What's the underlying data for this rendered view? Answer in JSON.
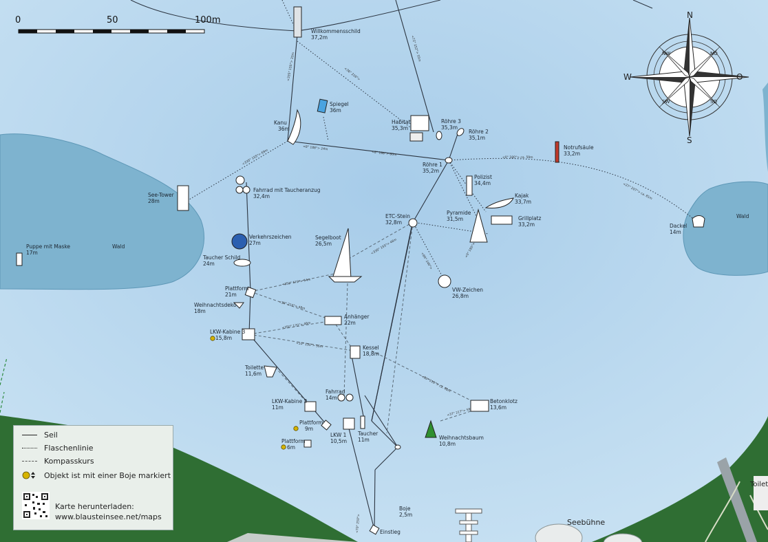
{
  "scale": {
    "ticks": [
      "0",
      "50",
      "100m"
    ]
  },
  "compass": {
    "N": "N",
    "O": "O",
    "S": "S",
    "W": "W",
    "NO": "NO",
    "SO": "SO",
    "SW": "SW",
    "NW": "NW"
  },
  "areas": [
    {
      "key": "wald_left",
      "label": "Wald"
    },
    {
      "key": "wald_right",
      "label": "Wald"
    },
    {
      "key": "seebuehne",
      "label": "Seebühne"
    },
    {
      "key": "toilet",
      "label": "Toilet"
    }
  ],
  "places": [
    {
      "key": "willkommensschild",
      "name": "Willkommensschild",
      "depth": "37,2m",
      "buoy": false
    },
    {
      "key": "spiegel",
      "name": "Spiegel",
      "depth": "36m",
      "buoy": false
    },
    {
      "key": "kanu",
      "name": "Kanu",
      "depth": "36m",
      "buoy": false
    },
    {
      "key": "habitat",
      "name": "Habitat",
      "depth": "35,3m",
      "buoy": false
    },
    {
      "key": "roehre3",
      "name": "Röhre 3",
      "depth": "35,3m",
      "buoy": false
    },
    {
      "key": "roehre2",
      "name": "Röhre 2",
      "depth": "35,1m",
      "buoy": false
    },
    {
      "key": "roehre1",
      "name": "Röhre 1",
      "depth": "35,2m",
      "buoy": false
    },
    {
      "key": "notrufsaeule",
      "name": "Notrufsäule",
      "depth": "33,2m",
      "buoy": false
    },
    {
      "key": "seetower",
      "name": "See-Tower",
      "depth": "28m",
      "buoy": false
    },
    {
      "key": "fahrrad_taucheranzug",
      "name": "Fahrrad mit Taucheranzug",
      "depth": "32,4m",
      "buoy": false
    },
    {
      "key": "polizist",
      "name": "Polizist",
      "depth": "34,4m",
      "buoy": false
    },
    {
      "key": "kajak",
      "name": "Kajak",
      "depth": "33,7m",
      "buoy": false
    },
    {
      "key": "pyramide",
      "name": "Pyramide",
      "depth": "31,5m",
      "buoy": false
    },
    {
      "key": "grillplatz",
      "name": "Grillplatz",
      "depth": "33,2m",
      "buoy": false
    },
    {
      "key": "dackel",
      "name": "Dackel",
      "depth": "14m",
      "buoy": false
    },
    {
      "key": "etc_stein",
      "name": "ETC-Stein",
      "depth": "32,8m",
      "buoy": false
    },
    {
      "key": "segelboot",
      "name": "Segelboot",
      "depth": "26,5m",
      "buoy": false
    },
    {
      "key": "verkehrszeichen",
      "name": "Verkehrszeichen",
      "depth": "27m",
      "buoy": false
    },
    {
      "key": "puppe",
      "name": "Puppe mit Maske",
      "depth": "17m",
      "buoy": false
    },
    {
      "key": "taucher_schild",
      "name": "Taucher Schild",
      "depth": "24m",
      "buoy": false
    },
    {
      "key": "vw_zeichen",
      "name": "VW-Zeichen",
      "depth": "26,8m",
      "buoy": false
    },
    {
      "key": "plattform21",
      "name": "Plattform",
      "depth": "21m",
      "buoy": false
    },
    {
      "key": "weihnachtsdeko",
      "name": "Weihnachtsdeko",
      "depth": "18m",
      "buoy": false
    },
    {
      "key": "anhaenger",
      "name": "Anhänger",
      "depth": "22m",
      "buoy": false
    },
    {
      "key": "lkw3",
      "name": "LKW-Kabine 3",
      "depth": "15,8m",
      "buoy": true
    },
    {
      "key": "kessel",
      "name": "Kessel",
      "depth": "18,8m",
      "buoy": false
    },
    {
      "key": "toilette",
      "name": "Toilette",
      "depth": "11,6m",
      "buoy": false
    },
    {
      "key": "betonklotz",
      "name": "Betonklotz",
      "depth": "13,6m",
      "buoy": false
    },
    {
      "key": "fahrrad",
      "name": "Fahrrad",
      "depth": "14m",
      "buoy": false
    },
    {
      "key": "lkw2",
      "name": "LKW-Kabine 2",
      "depth": "11m",
      "buoy": false
    },
    {
      "key": "plattform9",
      "name": "Plattform",
      "depth": "9m",
      "buoy": true
    },
    {
      "key": "plattform6",
      "name": "Plattform",
      "depth": "6m",
      "buoy": true
    },
    {
      "key": "lkw1",
      "name": "LKW 1",
      "depth": "10,5m",
      "buoy": false
    },
    {
      "key": "taucher",
      "name": "Taucher",
      "depth": "11m",
      "buoy": false
    },
    {
      "key": "weihnachtsbaum",
      "name": "Weihnachtsbaum",
      "depth": "10,8m",
      "buoy": false
    },
    {
      "key": "boje",
      "name": "Boje",
      "depth": "2,5m",
      "buoy": false
    },
    {
      "key": "einstieg",
      "name": "Einstieg",
      "depth": "",
      "buoy": false
    }
  ],
  "legend": {
    "seil": "Seil",
    "flaschenlinie": "Flaschenlinie",
    "kompasskurs": "Kompasskurs",
    "boje": "Objekt ist mit einer Boje markiert",
    "download_title": "Karte herunterladen:",
    "download_url": "www.blausteinsee.net/maps"
  },
  "colors": {
    "water": "#bcd9ef",
    "water_deep": "#a9cdea",
    "forest": "#6fa8c4",
    "land": "#2e6b32",
    "rope": "#2b3440",
    "buoy": "#d6b400"
  }
}
